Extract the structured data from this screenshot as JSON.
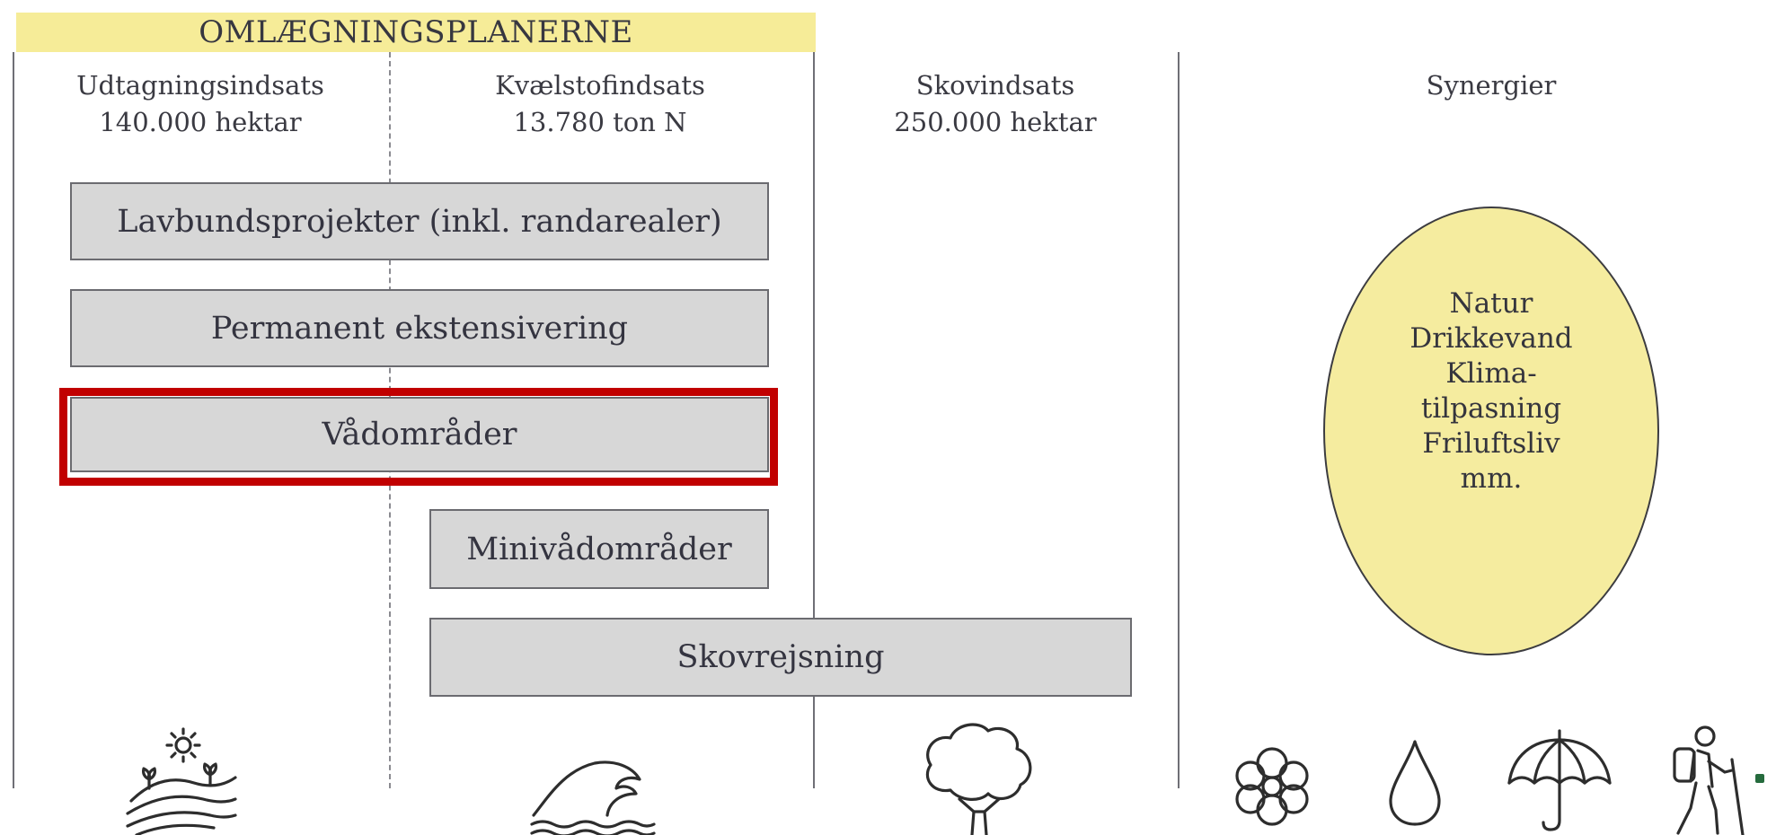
{
  "header": {
    "title": "OMLÆGNINGSPLANERNE"
  },
  "columns": [
    {
      "title": "Udtagningsindsats",
      "amount": "140.000 hektar"
    },
    {
      "title": "Kvælstofindsats",
      "amount": "13.780 ton N"
    },
    {
      "title": "Skovindsats",
      "amount": "250.000 hektar"
    },
    {
      "title": "Synergier",
      "amount": ""
    }
  ],
  "measures": [
    {
      "label": "Lavbundsprojekter (inkl. randarealer)"
    },
    {
      "label": "Permanent ekstensivering"
    },
    {
      "label": "Vådområder",
      "highlighted": true
    },
    {
      "label": "Minivådområder"
    },
    {
      "label": "Skovrejsning"
    }
  ],
  "synergies": [
    "Natur",
    "Drikkevand",
    "Klima-",
    "tilpasning",
    "Friluftsliv",
    "mm."
  ],
  "colors": {
    "header_band": "#f6ec98",
    "measure_box": "#d7d7d7",
    "highlight": "#c10000",
    "synergy_ellipse": "#f5ec9f"
  },
  "icons": [
    "farmland-sun-icon",
    "wave-icon",
    "tree-icon",
    "flower-icon",
    "water-drop-icon",
    "umbrella-icon",
    "hiker-icon"
  ]
}
